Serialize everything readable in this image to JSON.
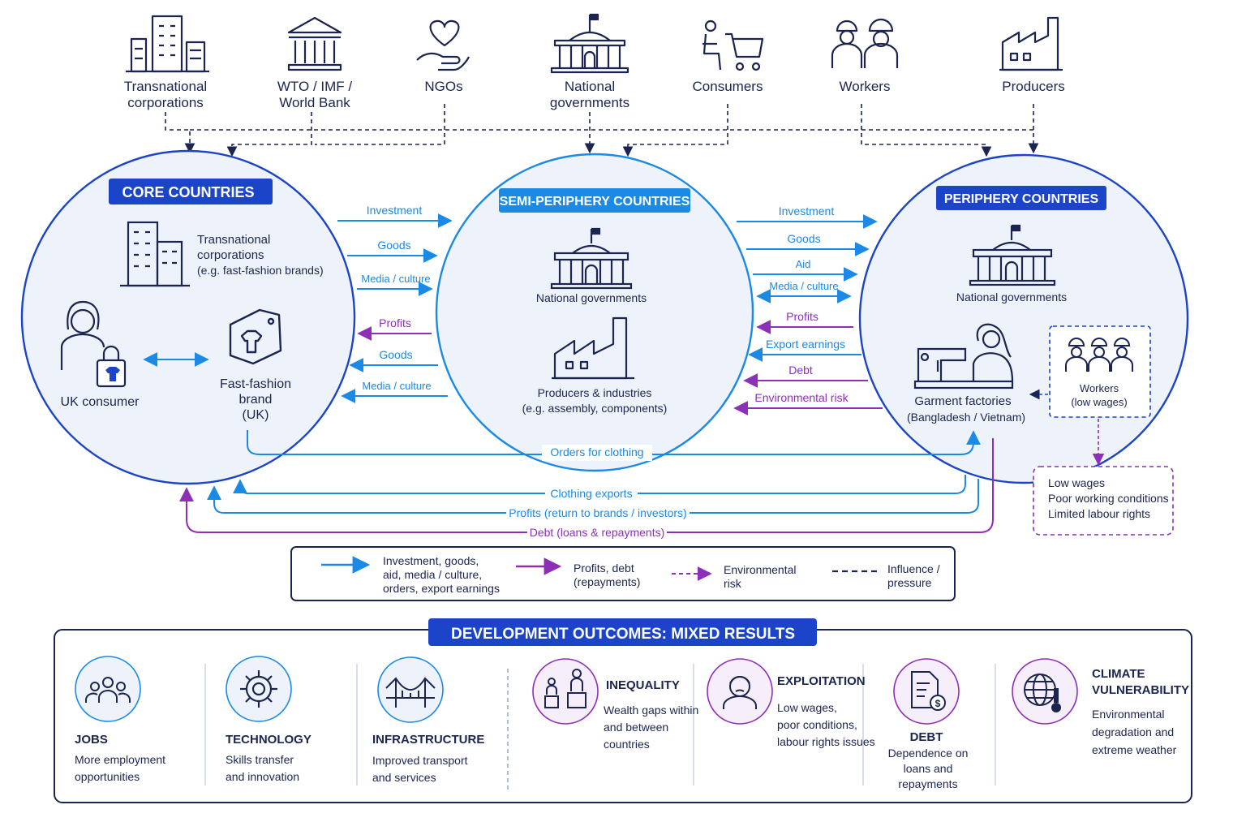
{
  "actors": [
    {
      "id": "tnc",
      "label": [
        "Transnational",
        "corporations"
      ],
      "icon": "office-buildings-icon"
    },
    {
      "id": "wto",
      "label": [
        "WTO / IMF /",
        "World Bank"
      ],
      "icon": "institution-building-icon"
    },
    {
      "id": "ngo",
      "label": [
        "NGOs"
      ],
      "icon": "heart-hand-icon"
    },
    {
      "id": "gov",
      "label": [
        "National",
        "governments"
      ],
      "icon": "government-building-icon"
    },
    {
      "id": "consumers",
      "label": [
        "Consumers"
      ],
      "icon": "shopping-cart-icon"
    },
    {
      "id": "workers",
      "label": [
        "Workers"
      ],
      "icon": "workers-icon"
    },
    {
      "id": "producers",
      "label": [
        "Producers"
      ],
      "icon": "factory-icon"
    }
  ],
  "core": {
    "title": "CORE COUNTRIES",
    "tnc": [
      "Transnational",
      "corporations",
      "(e.g. fast-fashion brands)"
    ],
    "consumer": "UK consumer",
    "brand": [
      "Fast-fashion",
      "brand",
      "(UK)"
    ]
  },
  "semi": {
    "title": "SEMI-PERIPHERY COUNTRIES",
    "gov": "National governments",
    "producers": [
      "Producers & industries",
      "(e.g. assembly, components)"
    ]
  },
  "periphery": {
    "title": "PERIPHERY COUNTRIES",
    "gov": "National governments",
    "factories": [
      "Garment factories",
      "(Bangladesh / Vietnam)"
    ],
    "workers": [
      "Workers",
      "(low wages)"
    ],
    "conditions": [
      "Low wages",
      "Poor working conditions",
      "Limited labour rights"
    ]
  },
  "flows_core_semi": [
    "Investment",
    "Goods",
    "Media / culture",
    "Profits",
    "Goods",
    "Media / culture"
  ],
  "flows_semi_periphery": [
    "Investment",
    "Goods",
    "Aid",
    "Media / culture",
    "Profits",
    "Export earnings",
    "Debt",
    "Environmental risk"
  ],
  "bottom_flows": {
    "orders": "Orders for clothing",
    "exports": "Clothing exports",
    "profits": "Profits (return to brands / investors)",
    "debt": "Debt (loans & repayments)"
  },
  "legend": [
    {
      "label": [
        "Investment, goods,",
        "aid, media / culture,",
        "orders, export earnings"
      ]
    },
    {
      "label": [
        "Profits, debt",
        "(repayments)"
      ]
    },
    {
      "label": [
        "Environmental",
        "risk"
      ]
    },
    {
      "label": [
        "Influence /",
        "pressure"
      ]
    }
  ],
  "outcomes": {
    "title": "DEVELOPMENT OUTCOMES: MIXED RESULTS",
    "items": [
      {
        "title": "JOBS",
        "text": [
          "More employment",
          "opportunities"
        ],
        "icon": "people-group-icon"
      },
      {
        "title": "TECHNOLOGY",
        "text": [
          "Skills transfer",
          "and innovation"
        ],
        "icon": "gear-icon"
      },
      {
        "title": "INFRASTRUCTURE",
        "text": [
          "Improved transport",
          "and services"
        ],
        "icon": "bridge-icon"
      },
      {
        "title": "INEQUALITY",
        "text": [
          "Wealth gaps within",
          "and between",
          "countries"
        ],
        "icon": "podium-people-icon"
      },
      {
        "title": "EXPLOITATION",
        "text": [
          "Low wages,",
          "poor conditions,",
          "labour rights issues"
        ],
        "icon": "worried-face-icon"
      },
      {
        "title": "DEBT",
        "text": [
          "Dependence on",
          "loans and",
          "repayments"
        ],
        "icon": "debt-document-icon"
      },
      {
        "title": "CLIMATE VULNERABILITY",
        "title_lines": [
          "CLIMATE",
          "VULNERABILITY"
        ],
        "text": [
          "Environmental",
          "degradation and",
          "extreme weather"
        ],
        "icon": "globe-thermometer-icon"
      }
    ]
  },
  "colors": {
    "navy": "#1b2550",
    "blue": "#1a8ae6",
    "purple": "#8e2fb8",
    "badge": "#1b44c8",
    "circle": "#eef3fb"
  }
}
